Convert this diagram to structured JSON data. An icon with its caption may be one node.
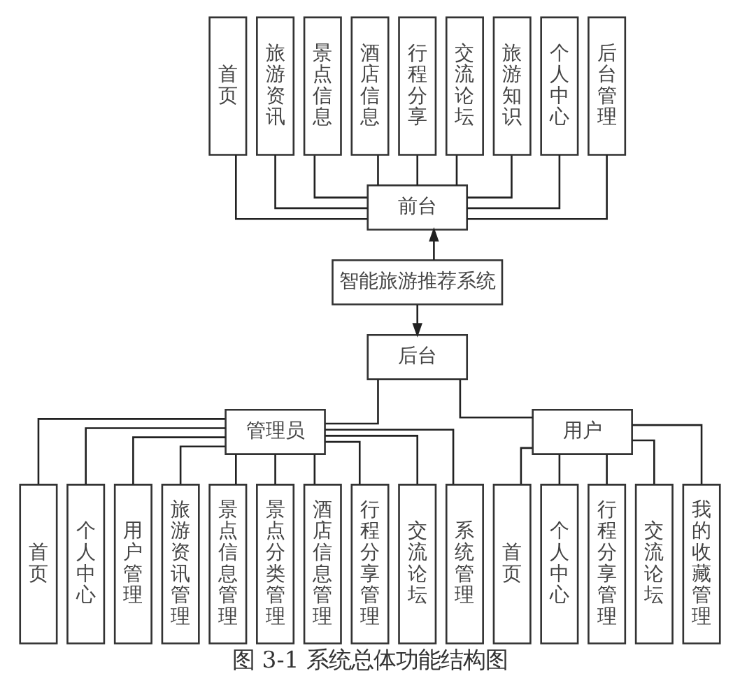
{
  "diagram": {
    "caption": "图 3-1 系统总体功能结构图",
    "nodes": [
      {
        "text": [
          "首页"
        ]
      },
      {
        "text": [
          "旅游资讯"
        ]
      },
      {
        "text": [
          "景点信息"
        ]
      },
      {
        "text": [
          "酒店信息"
        ]
      },
      {
        "text": [
          "行程分享"
        ]
      },
      {
        "text": [
          "交流论坛"
        ]
      },
      {
        "text": [
          "旅游知识"
        ]
      },
      {
        "text": [
          "个人中心"
        ]
      },
      {
        "text": [
          "后台管理"
        ]
      },
      {
        "text": [
          "前台"
        ]
      },
      {
        "text": [
          "智能旅游推荐系统"
        ]
      },
      {
        "text": [
          "后台"
        ]
      },
      {
        "text": [
          "管理员"
        ]
      },
      {
        "text": [
          "用户"
        ]
      },
      {
        "text": [
          "首页"
        ]
      },
      {
        "text": [
          "个人中心"
        ]
      },
      {
        "text": [
          "用户管理"
        ]
      },
      {
        "text": [
          "旅游资讯管理"
        ]
      },
      {
        "text": [
          "景点信息管理"
        ]
      },
      {
        "text": [
          "景点分类管理"
        ]
      },
      {
        "text": [
          "酒店信息管理"
        ]
      },
      {
        "text": [
          "行程分享管理"
        ]
      },
      {
        "text": [
          "交流论坛"
        ]
      },
      {
        "text": [
          "系统管理"
        ]
      },
      {
        "text": [
          "首页"
        ]
      },
      {
        "text": [
          "个人中心"
        ]
      },
      {
        "text": [
          "行程分享管理"
        ]
      },
      {
        "text": [
          "交流论坛"
        ]
      },
      {
        "text": [
          "我的收藏管理"
        ]
      }
    ],
    "edges": [
      {
        "from": 0,
        "to": 9,
        "arrow": "none"
      },
      {
        "from": 1,
        "to": 9,
        "arrow": "none"
      },
      {
        "from": 2,
        "to": 9,
        "arrow": "none"
      },
      {
        "from": 3,
        "to": 9,
        "arrow": "none"
      },
      {
        "from": 4,
        "to": 9,
        "arrow": "none"
      },
      {
        "from": 5,
        "to": 9,
        "arrow": "none"
      },
      {
        "from": 6,
        "to": 9,
        "arrow": "none"
      },
      {
        "from": 7,
        "to": 9,
        "arrow": "none"
      },
      {
        "from": 8,
        "to": 9,
        "arrow": "none"
      },
      {
        "from": 10,
        "to": 9,
        "arrow": "to"
      },
      {
        "from": 10,
        "to": 11,
        "arrow": "to"
      },
      {
        "from": 11,
        "to": 12,
        "arrow": "none"
      },
      {
        "from": 11,
        "to": 13,
        "arrow": "none"
      },
      {
        "from": 12,
        "to": 14,
        "arrow": "none"
      },
      {
        "from": 12,
        "to": 15,
        "arrow": "none"
      },
      {
        "from": 12,
        "to": 16,
        "arrow": "none"
      },
      {
        "from": 12,
        "to": 17,
        "arrow": "none"
      },
      {
        "from": 12,
        "to": 18,
        "arrow": "none"
      },
      {
        "from": 12,
        "to": 19,
        "arrow": "none"
      },
      {
        "from": 12,
        "to": 20,
        "arrow": "none"
      },
      {
        "from": 12,
        "to": 21,
        "arrow": "none"
      },
      {
        "from": 12,
        "to": 22,
        "arrow": "none"
      },
      {
        "from": 12,
        "to": 23,
        "arrow": "none"
      },
      {
        "from": 13,
        "to": 24,
        "arrow": "none"
      },
      {
        "from": 13,
        "to": 25,
        "arrow": "none"
      },
      {
        "from": 13,
        "to": 26,
        "arrow": "none"
      },
      {
        "from": 13,
        "to": 27,
        "arrow": "none"
      },
      {
        "from": 13,
        "to": 28,
        "arrow": "none"
      }
    ]
  }
}
